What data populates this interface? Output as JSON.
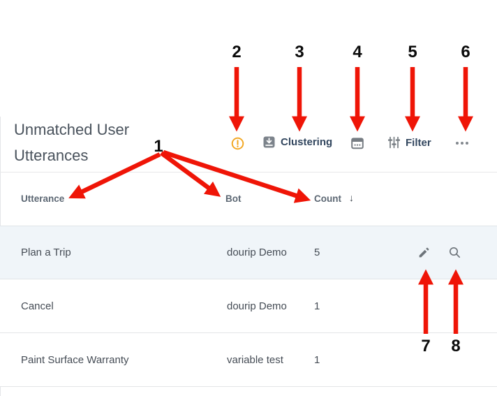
{
  "page": {
    "title": "Unmatched User Utterances"
  },
  "toolbar": {
    "clustering_label": "Clustering",
    "filter_label": "Filter",
    "icons": {
      "alert": "alert-circle",
      "clustering": "download-box",
      "calendar": "calendar",
      "filter": "sliders",
      "more": "ellipsis"
    }
  },
  "table": {
    "columns": [
      "Utterance",
      "Bot",
      "Count"
    ],
    "sort_indicator": "↓",
    "rows": [
      {
        "utterance": "Plan a Trip",
        "bot": "dourip Demo",
        "count": "5"
      },
      {
        "utterance": "Cancel",
        "bot": "dourip Demo",
        "count": "1"
      },
      {
        "utterance": "Paint Surface Warranty",
        "bot": "variable test",
        "count": "1"
      }
    ],
    "row_actions": {
      "edit": "pencil",
      "inspect": "magnifier"
    }
  },
  "annotations": {
    "markers": [
      "1",
      "2",
      "3",
      "4",
      "5",
      "6",
      "7",
      "8"
    ]
  },
  "colors": {
    "annotation_red": "#EF1507",
    "alert_amber": "#F2A51D",
    "icon_gray": "#767C82",
    "label_dark": "#33475F",
    "row_highlight": "#F0F5F9"
  }
}
